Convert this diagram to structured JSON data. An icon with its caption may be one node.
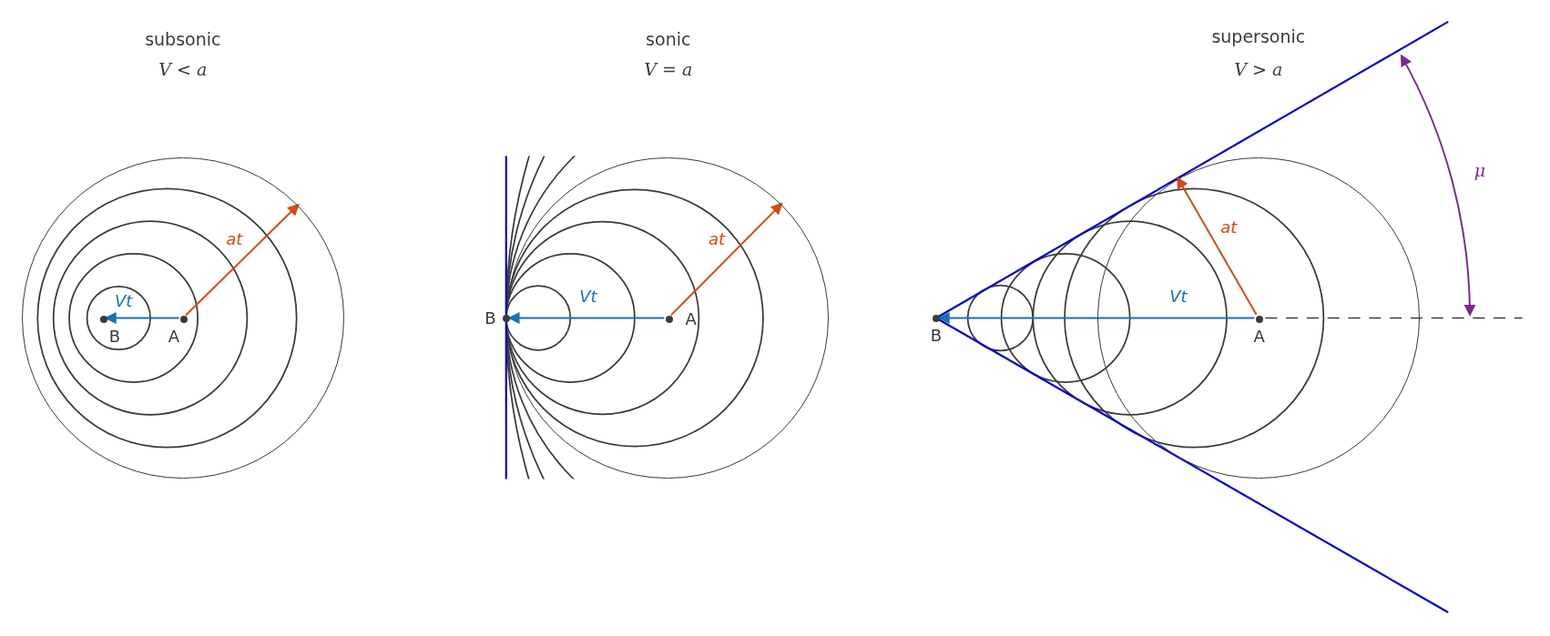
{
  "diagram": {
    "nodes": [
      {
        "text": [],
        "shape": "circle"
      },
      {
        "text": [
          "B"
        ],
        "in": 0
      },
      {
        "text": [
          "A"
        ],
        "in": 0
      },
      {
        "text": [],
        "shape": "circle"
      },
      {
        "text": [
          "B"
        ]
      },
      {
        "text": [
          "A"
        ],
        "in": 3
      },
      {
        "text": [
          "B"
        ]
      },
      {
        "text": [],
        "shape": "circle"
      },
      {
        "text": [
          "A"
        ],
        "in": 7
      }
    ],
    "edges": [
      {
        "from": 2,
        "to": 1,
        "arrow": "to",
        "label": "Vt",
        "color": "#1a6fb5"
      },
      {
        "from": 2,
        "to": 0,
        "arrow": "to",
        "label": "at",
        "color": "#d9480f"
      },
      {
        "from": 5,
        "to": 4,
        "arrow": "to",
        "label": "Vt",
        "color": "#1a6fb5"
      },
      {
        "from": 5,
        "to": 3,
        "arrow": "to",
        "label": "at",
        "color": "#d9480f"
      },
      {
        "from": 8,
        "to": 6,
        "arrow": "to",
        "label": "Vt",
        "color": "#1a6fb5"
      },
      {
        "from": 8,
        "to": 7,
        "arrow": "to",
        "label": "at",
        "color": "#d9480f"
      }
    ],
    "labels": [
      "subsonic",
      "V < a",
      "sonic",
      "V = a",
      "supersonic",
      "V > a",
      "μ"
    ]
  }
}
